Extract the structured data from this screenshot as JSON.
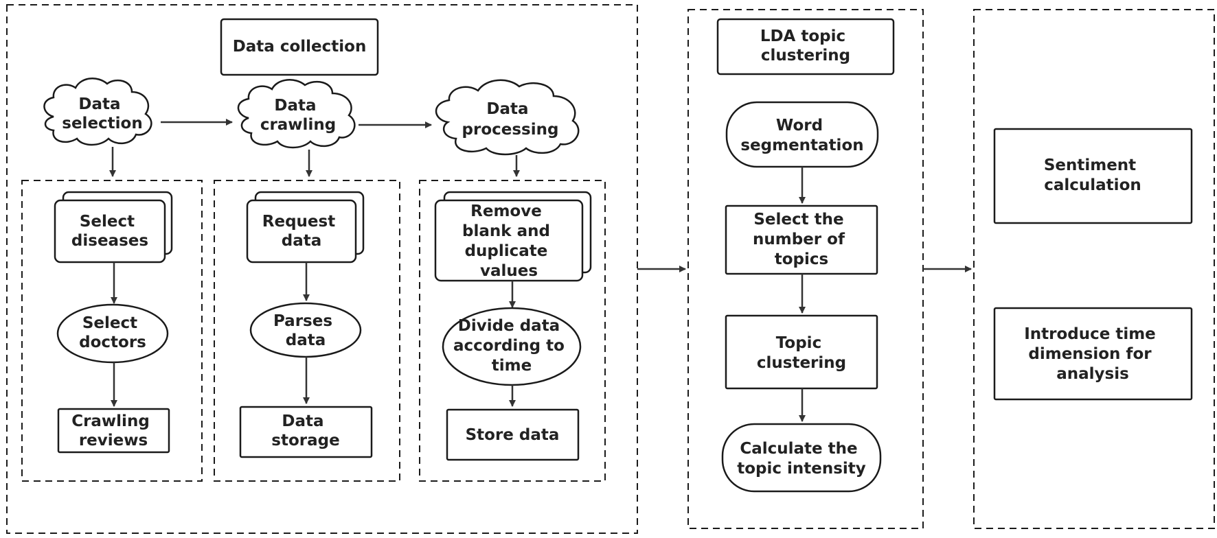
{
  "data_collection": {
    "title": "Data collection",
    "stages": {
      "selection": [
        "Data",
        "selection"
      ],
      "crawling": [
        "Data",
        "crawling"
      ],
      "processing": [
        "Data",
        "processing"
      ]
    },
    "selection_steps": {
      "select_diseases": [
        "Select",
        "diseases"
      ],
      "select_doctors": [
        "Select",
        "doctors"
      ],
      "crawling_reviews": [
        "Crawling",
        "reviews"
      ]
    },
    "crawling_steps": {
      "request_data": [
        "Request",
        "data"
      ],
      "parses_data": [
        "Parses",
        "data"
      ],
      "data_storage": [
        "Data",
        "storage"
      ]
    },
    "processing_steps": {
      "remove_values": [
        "Remove",
        "blank and",
        "duplicate",
        "values"
      ],
      "divide_data": [
        "Divide data",
        "according to",
        "time"
      ],
      "store_data": [
        "Store data"
      ]
    }
  },
  "lda": {
    "title": [
      "LDA topic",
      "clustering"
    ],
    "steps": {
      "word_segmentation": [
        "Word",
        "segmentation"
      ],
      "select_number": [
        "Select the",
        "number of",
        "topics"
      ],
      "topic_clustering": [
        "Topic",
        "clustering"
      ],
      "topic_intensity": [
        "Calculate the",
        "topic intensity"
      ]
    }
  },
  "analysis": {
    "sentiment": [
      "Sentiment",
      "calculation"
    ],
    "time_dimension": [
      "Introduce time",
      "dimension for",
      "analysis"
    ]
  }
}
